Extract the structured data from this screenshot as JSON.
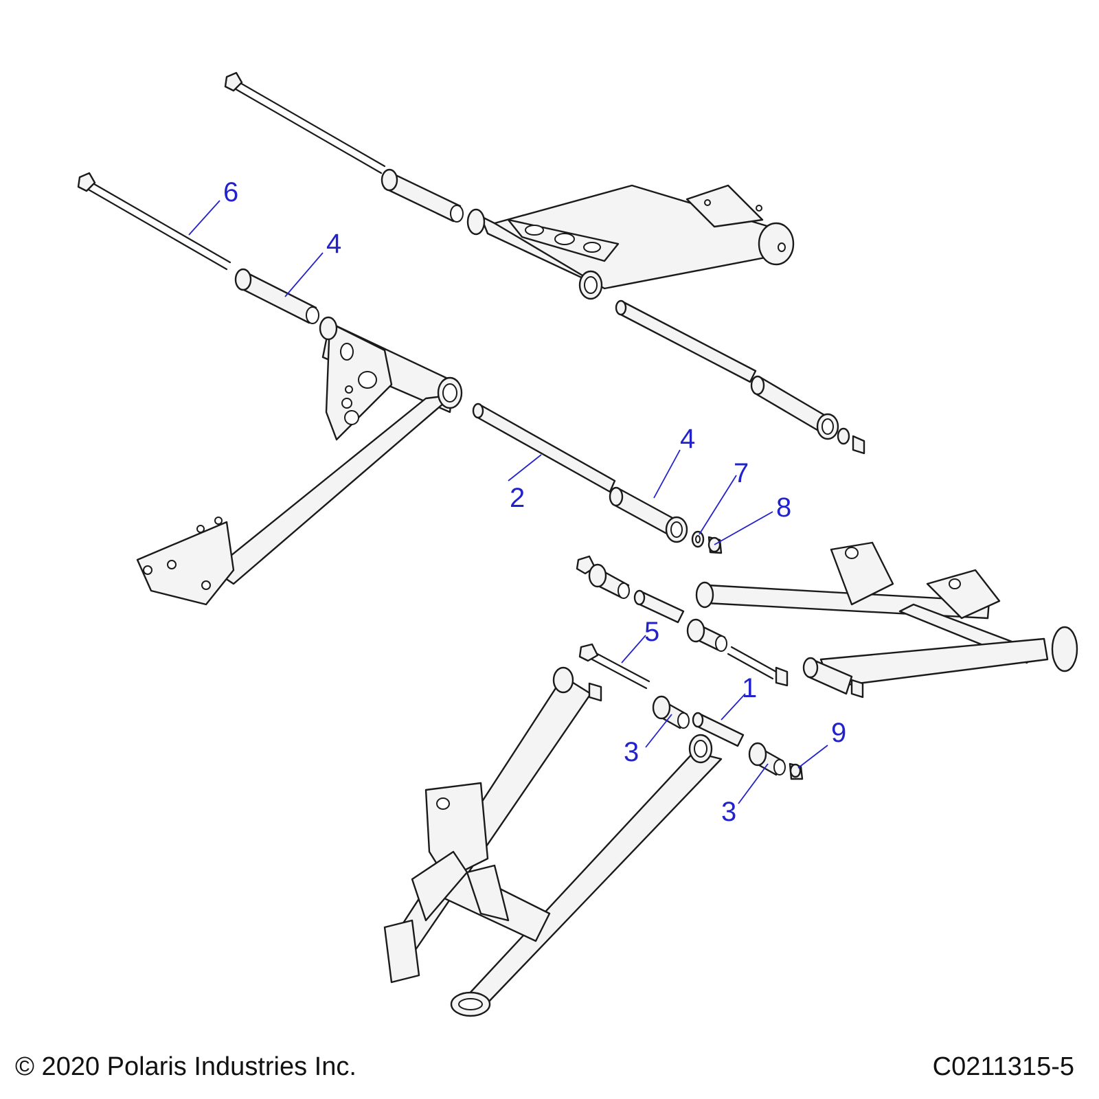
{
  "diagram": {
    "callouts": [
      {
        "id": "c6",
        "label": "6"
      },
      {
        "id": "c4a",
        "label": "4"
      },
      {
        "id": "c4b",
        "label": "4"
      },
      {
        "id": "c2",
        "label": "2"
      },
      {
        "id": "c7",
        "label": "7"
      },
      {
        "id": "c8",
        "label": "8"
      },
      {
        "id": "c5",
        "label": "5"
      },
      {
        "id": "c1",
        "label": "1"
      },
      {
        "id": "c3a",
        "label": "3"
      },
      {
        "id": "c9",
        "label": "9"
      },
      {
        "id": "c3b",
        "label": "3"
      }
    ]
  },
  "footer": {
    "copyright": "© 2020 Polaris Industries Inc.",
    "code": "C0211315-5"
  },
  "colors": {
    "callout": "#2222cc",
    "line": "#1a1a1a",
    "part_fill": "#f4f4f4"
  }
}
